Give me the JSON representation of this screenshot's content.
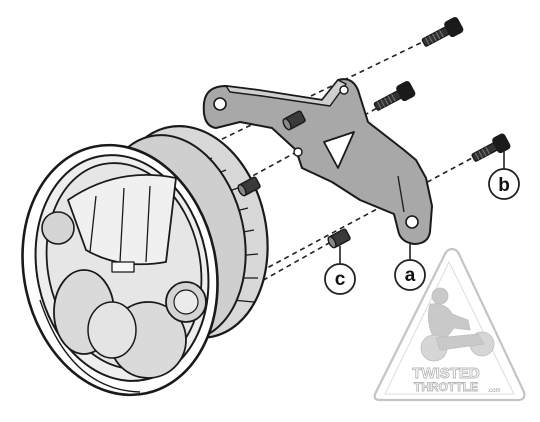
{
  "callouts": {
    "a": "a",
    "b": "b",
    "c": "c"
  },
  "logo": {
    "brand_line1": "TWISTED",
    "brand_line2": "THROTTLE",
    "domain": ".com"
  },
  "colors": {
    "outline": "#222222",
    "bracket_fill": "#a8a8a8",
    "lens_fill": "#ececec",
    "dashed_line": "#222222",
    "logo_gray": "#c4c4c4"
  },
  "icons": [
    "bolt-icon",
    "spacer-icon",
    "headlight-icon",
    "bracket-icon",
    "rider-icon"
  ]
}
